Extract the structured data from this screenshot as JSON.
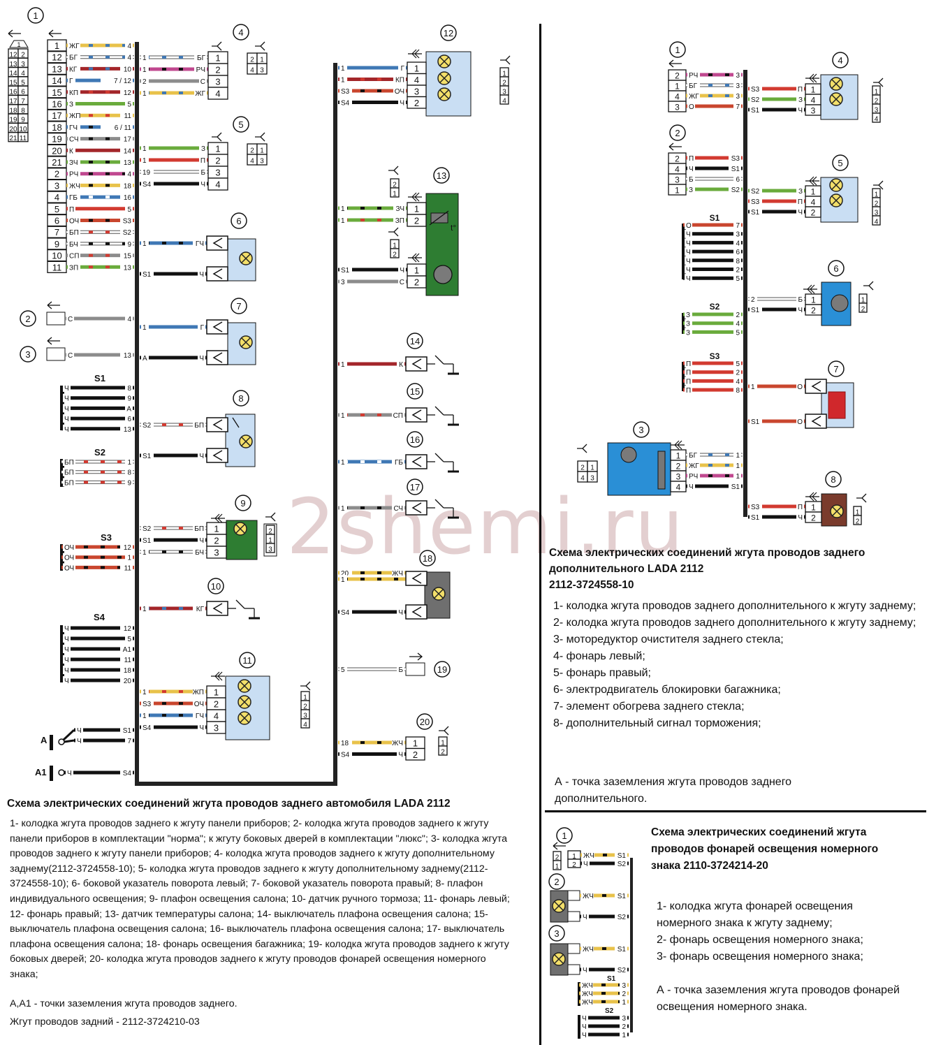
{
  "watermark": "2shemi.ru",
  "left_diagram": {
    "title": "Схема электрических соединений жгута проводов заднего автомобиля LADA 2112",
    "description": "1- колодка жгута проводов заднего к жгуту панели приборов; 2- колодка жгута проводов заднего к жгуту панели приборов в комплектации \"норма\"; к жгуту боковых дверей в комплектации \"люкс\"; 3- колодка жгута проводов заднего к жгуту панели приборов; 4- колодка жгута проводов заднего к жгуту дополнительному заднему(2112-3724558-10); 5- колодка жгута проводов заднего к жгуту дополнительному заднему(2112-3724558-10); 6- боковой указатель поворота левый; 7- боковой указатель поворота правый; 8- плафон индивидуального освещения; 9- плафон освещения салона; 10- датчик ручного тормоза; 11- фонарь левый; 12- фонарь правый; 13- датчик температуры салона; 14- выключатель плафона освещения салона; 15- выключатель плафона освещения салона; 16- выключатель плафона освещения салона; 17- выключатель плафона освещения салона; 18- фонарь освещения багажника; 19- колодка жгута проводов заднего к жгуту боковых дверей; 20- колодка жгута проводов заднего к жгуту проводов фонарей освещения номерного знака;",
    "grounds": "А,А1 - точки заземления жгута проводов заднего.",
    "part_number": "Жгут проводов задний - 2112-3724210-03",
    "connector1": {
      "label": "1",
      "pins": [
        {
          "pin": "1",
          "wire": "ЖГ",
          "to": "4"
        },
        {
          "pin": "12",
          "wire": "БГ",
          "to": "4"
        },
        {
          "pin": "13",
          "wire": "КГ",
          "to": "10"
        },
        {
          "pin": "14",
          "wire": "Г",
          "to": "7 / 12"
        },
        {
          "pin": "15",
          "wire": "КП",
          "to": "12"
        },
        {
          "pin": "16",
          "wire": "З",
          "to": "5"
        },
        {
          "pin": "17",
          "wire": "ЖП",
          "to": "11"
        },
        {
          "pin": "18",
          "wire": "ГЧ",
          "to": "6 / 11"
        },
        {
          "pin": "19",
          "wire": "СЧ",
          "to": "17"
        },
        {
          "pin": "20",
          "wire": "К",
          "to": "14"
        },
        {
          "pin": "21",
          "wire": "ЗЧ",
          "to": "13"
        },
        {
          "pin": "2",
          "wire": "РЧ",
          "to": "4"
        },
        {
          "pin": "3",
          "wire": "ЖЧ",
          "to": "18"
        },
        {
          "pin": "4",
          "wire": "ГБ",
          "to": "16"
        },
        {
          "pin": "5",
          "wire": "П",
          "to": "5"
        },
        {
          "pin": "6",
          "wire": "ОЧ",
          "to": "S3"
        },
        {
          "pin": "7",
          "wire": "БП",
          "to": "S2"
        },
        {
          "pin": "9",
          "wire": "БЧ",
          "to": "9"
        },
        {
          "pin": "10",
          "wire": "СП",
          "to": "15"
        },
        {
          "pin": "11",
          "wire": "ЗП",
          "to": "13"
        }
      ],
      "face_top": "1",
      "face_rows": [
        [
          "12",
          "2"
        ],
        [
          "13",
          "3"
        ],
        [
          "14",
          "4"
        ],
        [
          "15",
          "5"
        ],
        [
          "16",
          "6"
        ],
        [
          "17",
          "7"
        ],
        [
          "18",
          "8"
        ],
        [
          "19",
          "9"
        ],
        [
          "20",
          "10"
        ],
        [
          "21",
          "11"
        ]
      ]
    },
    "connector4": {
      "label": "4",
      "pins": [
        {
          "pin": "1",
          "from": "1",
          "wire": "БГ"
        },
        {
          "pin": "2",
          "from": "1",
          "wire": "РЧ"
        },
        {
          "pin": "3",
          "from": "2",
          "wire": "С"
        },
        {
          "pin": "4",
          "from": "1",
          "wire": "ЖГ"
        }
      ],
      "face": [
        [
          "2",
          "1"
        ],
        [
          "4",
          "3"
        ]
      ]
    },
    "connector5": {
      "label": "5",
      "pins": [
        {
          "pin": "1",
          "from": "1",
          "wire": "З"
        },
        {
          "pin": "2",
          "from": "1",
          "wire": "П"
        },
        {
          "pin": "3",
          "from": "19",
          "wire": "Б"
        },
        {
          "pin": "4",
          "from": "S4",
          "wire": "Ч"
        }
      ],
      "face": [
        [
          "2",
          "1"
        ],
        [
          "4",
          "3"
        ]
      ]
    },
    "c6": {
      "label": "6",
      "wires": [
        {
          "from": "1",
          "wire": "ГЧ"
        },
        {
          "from": "S1",
          "wire": "Ч"
        }
      ]
    },
    "c2": {
      "label": "2",
      "wire": "С",
      "to": "4"
    },
    "c3": {
      "label": "3",
      "wire": "С",
      "to": "13"
    },
    "c7": {
      "label": "7",
      "wires": [
        {
          "from": "1",
          "wire": "Г"
        },
        {
          "from": "А",
          "wire": "Ч"
        }
      ]
    },
    "s1": {
      "label": "S1",
      "wires": [
        {
          "wire": "Ч",
          "to": "8"
        },
        {
          "wire": "Ч",
          "to": "9"
        },
        {
          "wire": "Ч",
          "to": "А"
        },
        {
          "wire": "Ч",
          "to": "6"
        },
        {
          "wire": "Ч",
          "to": "13"
        }
      ]
    },
    "c8": {
      "label": "8",
      "wires": [
        {
          "from": "S2",
          "wire": "БП"
        },
        {
          "from": "S1",
          "wire": "Ч"
        }
      ]
    },
    "s2": {
      "label": "S2",
      "wires": [
        {
          "wire": "БП",
          "to": "1"
        },
        {
          "wire": "БП",
          "to": "8"
        },
        {
          "wire": "БП",
          "to": "9"
        }
      ]
    },
    "c9": {
      "label": "9",
      "pins": [
        {
          "pin": "1",
          "from": "S2",
          "wire": "БП"
        },
        {
          "pin": "2",
          "from": "S1",
          "wire": "Ч"
        },
        {
          "pin": "3",
          "from": "1",
          "wire": "БЧ"
        }
      ],
      "face": [
        "2",
        "1",
        "3"
      ]
    },
    "s3": {
      "label": "S3",
      "wires": [
        {
          "wire": "ОЧ",
          "to": "12"
        },
        {
          "wire": "ОЧ",
          "to": "1"
        },
        {
          "wire": "ОЧ",
          "to": "11"
        }
      ]
    },
    "c10": {
      "label": "10",
      "wire": "КГ",
      "from": "1"
    },
    "s4": {
      "label": "S4",
      "wires": [
        {
          "wire": "Ч",
          "to": "12"
        },
        {
          "wire": "Ч",
          "to": "5"
        },
        {
          "wire": "Ч",
          "to": "А1"
        },
        {
          "wire": "Ч",
          "to": "11"
        },
        {
          "wire": "Ч",
          "to": "18"
        },
        {
          "wire": "Ч",
          "to": "20"
        }
      ]
    },
    "c11": {
      "label": "11",
      "pins": [
        {
          "pin": "1",
          "from": "1",
          "wire": "ЖП"
        },
        {
          "pin": "2",
          "from": "S3",
          "wire": "ОЧ"
        },
        {
          "pin": "4",
          "from": "1",
          "wire": "ГЧ"
        },
        {
          "pin": "3",
          "from": "S4",
          "wire": "Ч"
        }
      ],
      "face": [
        "1",
        "2",
        "3",
        "4"
      ]
    },
    "groundA": {
      "label": "А",
      "wires": [
        {
          "wire": "Ч",
          "to": "S1"
        },
        {
          "wire": "Ч",
          "to": "7"
        }
      ]
    },
    "groundA1": {
      "label": "А1",
      "wires": [
        {
          "wire": "Ч",
          "to": "S4"
        }
      ]
    },
    "c12": {
      "label": "12",
      "pins": [
        {
          "pin": "1",
          "from": "1",
          "wire": "Г"
        },
        {
          "pin": "4",
          "from": "1",
          "wire": "КП"
        },
        {
          "pin": "3",
          "from": "S3",
          "wire": "ОЧ"
        },
        {
          "pin": "2",
          "from": "S4",
          "wire": "Ч"
        }
      ],
      "face": [
        "1",
        "2",
        "3",
        "4"
      ]
    },
    "c13": {
      "label": "13",
      "pins": [
        {
          "pin": "1",
          "from": "1",
          "wire": "ЗЧ"
        },
        {
          "pin": "2",
          "from": "1",
          "wire": "ЗП"
        },
        {
          "pin": "1",
          "from": "S1",
          "wire": "Ч"
        },
        {
          "pin": "2",
          "from": "3",
          "wire": "С"
        }
      ],
      "face_a": [
        "2",
        "1"
      ],
      "face_b": [
        "1",
        "2"
      ],
      "temp": "t°"
    },
    "c14": {
      "label": "14",
      "from": "1",
      "wire": "К"
    },
    "c15": {
      "label": "15",
      "from": "1",
      "wire": "СП"
    },
    "c16": {
      "label": "16",
      "from": "1",
      "wire": "ГБ"
    },
    "c17": {
      "label": "17",
      "from": "1",
      "wire": "СЧ"
    },
    "c18": {
      "label": "18",
      "wires": [
        {
          "from": "20",
          "wire": "ЖЧ"
        },
        {
          "from": "1",
          "wire": ""
        },
        {
          "from": "S4",
          "wire": "Ч"
        }
      ]
    },
    "c19": {
      "label": "19",
      "from": "5",
      "wire": "Б"
    },
    "c20": {
      "label": "20",
      "pins": [
        {
          "pin": "1",
          "from": "18",
          "wire": "ЖЧ"
        },
        {
          "pin": "2",
          "from": "S4",
          "wire": "Ч"
        }
      ],
      "face": [
        "1",
        "2"
      ]
    }
  },
  "right_diagram": {
    "title_line1": "Схема электрических соединений жгута проводов заднего",
    "title_line2": "дополнительного LADA 2112",
    "title_line3": "2112-3724558-10",
    "items": [
      "1- колодка жгута проводов заднего дополнительного к жгуту заднему;",
      "2- колодка жгута проводов заднего дополнительного к жгуту заднему;",
      "3- моторедуктор очистителя заднего стекла;",
      "4- фонарь левый;",
      "5- фонарь правый;",
      "6- электродвигатель блокировки багажника;",
      "7- элемент обогрева заднего стекла;",
      "8- дополнительный сигнал торможения;"
    ],
    "ground": "А - точка заземления жгута проводов заднего дополнительного.",
    "c1": {
      "label": "1",
      "pins": [
        {
          "pin": "2",
          "wire": "РЧ",
          "to": "3"
        },
        {
          "pin": "1",
          "wire": "БГ",
          "to": "3"
        },
        {
          "pin": "4",
          "wire": "ЖГ",
          "to": "3"
        },
        {
          "pin": "3",
          "wire": "О",
          "to": "7"
        }
      ]
    },
    "c2": {
      "label": "2",
      "pins": [
        {
          "pin": "2",
          "wire": "П",
          "to": "S3"
        },
        {
          "pin": "4",
          "wire": "Ч",
          "to": "S1"
        },
        {
          "pin": "3",
          "wire": "Б",
          "to": "6"
        },
        {
          "pin": "1",
          "wire": "З",
          "to": "S2"
        }
      ]
    },
    "c4": {
      "label": "4",
      "pins": [
        {
          "pin": "1",
          "from": "S3",
          "wire": "П"
        },
        {
          "pin": "4",
          "from": "S2",
          "wire": "З"
        },
        {
          "pin": "3",
          "from": "S1",
          "wire": "Ч"
        }
      ],
      "face": [
        "1",
        "2",
        "3",
        "4"
      ]
    },
    "c5": {
      "label": "5",
      "pins": [
        {
          "pin": "1",
          "from": "S2",
          "wire": "З"
        },
        {
          "pin": "4",
          "from": "S3",
          "wire": "П"
        },
        {
          "pin": "2",
          "from": "S1",
          "wire": "Ч"
        }
      ],
      "face": [
        "1",
        "2",
        "3",
        "4"
      ]
    },
    "s1": {
      "label": "S1",
      "wires": [
        {
          "wire": "О",
          "to": "7"
        },
        {
          "wire": "Ч",
          "to": "3"
        },
        {
          "wire": "Ч",
          "to": "4"
        },
        {
          "wire": "Ч",
          "to": "6"
        },
        {
          "wire": "Ч",
          "to": "8"
        },
        {
          "wire": "Ч",
          "to": "2"
        },
        {
          "wire": "Ч",
          "to": "5"
        }
      ]
    },
    "c6": {
      "label": "6",
      "pins": [
        {
          "pin": "1",
          "from": "2",
          "wire": "Б"
        },
        {
          "pin": "2",
          "from": "S1",
          "wire": "Ч"
        }
      ],
      "face": [
        "1",
        "2"
      ]
    },
    "s2": {
      "label": "S2",
      "wires": [
        {
          "wire": "З",
          "to": "2"
        },
        {
          "wire": "З",
          "to": "4"
        },
        {
          "wire": "З",
          "to": "5"
        }
      ]
    },
    "s3": {
      "label": "S3",
      "wires": [
        {
          "wire": "П",
          "to": "5"
        },
        {
          "wire": "П",
          "to": "2"
        },
        {
          "wire": "П",
          "to": "4"
        },
        {
          "wire": "П",
          "to": "8"
        }
      ]
    },
    "c7": {
      "label": "7",
      "wires": [
        {
          "from": "1",
          "wire": "О"
        },
        {
          "from": "S1",
          "wire": "О"
        }
      ]
    },
    "c3": {
      "label": "3",
      "pins": [
        {
          "pin": "1",
          "wire": "БГ",
          "to": "1"
        },
        {
          "pin": "2",
          "wire": "ЖГ",
          "to": "1"
        },
        {
          "pin": "3",
          "wire": "РЧ",
          "to": "1"
        },
        {
          "pin": "4",
          "wire": "Ч",
          "to": "S1"
        }
      ],
      "face": [
        [
          "2",
          "1"
        ],
        [
          "4",
          "3"
        ]
      ]
    },
    "c8": {
      "label": "8",
      "pins": [
        {
          "pin": "1",
          "from": "S3",
          "wire": "П"
        },
        {
          "pin": "2",
          "from": "S1",
          "wire": "Ч"
        }
      ],
      "face": [
        "1",
        "2"
      ]
    }
  },
  "plate_diagram": {
    "title_line1": "Схема электрических соединений жгута",
    "title_line2": "проводов фонарей освещения номерного",
    "title_line3": "знака  2110-3724214-20",
    "items": [
      "1- колодка жгута фонарей освещения номерного знака к жгуту заднему;",
      "2- фонарь освещения номерного знака;",
      "3- фонарь освещения номерного знака;"
    ],
    "ground": "А - точка заземления жгута проводов фонарей освещения номерного знака.",
    "c1": {
      "label": "1",
      "pins": [
        {
          "pin": "1",
          "wire": "ЖЧ",
          "to": "S1"
        },
        {
          "pin": "2",
          "wire": "Ч",
          "to": "S2"
        }
      ],
      "face": [
        "2",
        "1"
      ]
    },
    "c2": {
      "label": "2",
      "wires": [
        {
          "wire": "ЖЧ",
          "to": "S1"
        },
        {
          "wire": "Ч",
          "to": "S2"
        }
      ]
    },
    "c3": {
      "label": "3",
      "wires": [
        {
          "wire": "ЖЧ",
          "to": "S1"
        },
        {
          "wire": "Ч",
          "to": "S2"
        }
      ]
    },
    "s1": {
      "label": "S1",
      "wires": [
        {
          "wire": "ЖЧ",
          "to": "3"
        },
        {
          "wire": "ЖЧ",
          "to": "2"
        },
        {
          "wire": "ЖЧ",
          "to": "1"
        }
      ]
    },
    "s2": {
      "label": "S2",
      "wires": [
        {
          "wire": "Ч",
          "to": "3"
        },
        {
          "wire": "Ч",
          "to": "2"
        },
        {
          "wire": "Ч",
          "to": "1"
        }
      ]
    }
  },
  "colors": {
    "Ж": "#e8c24a",
    "Г": "#3f78b5",
    "К": "#a3262a",
    "Б": "#ffffff",
    "З": "#6aab3c",
    "П": "#d23a30",
    "С": "#8c8c8c",
    "Ч": "#111111",
    "Р": "#c0488f",
    "О": "#c9462e",
    "lamp_box": "#c9def3",
    "green_box": "#2e7d32",
    "gray_box": "#6f6f6f",
    "brown_box": "#7a3b2c",
    "blue_box": "#2a8fd6",
    "lamp": "#f3df6a",
    "heater": "#d0282c"
  }
}
